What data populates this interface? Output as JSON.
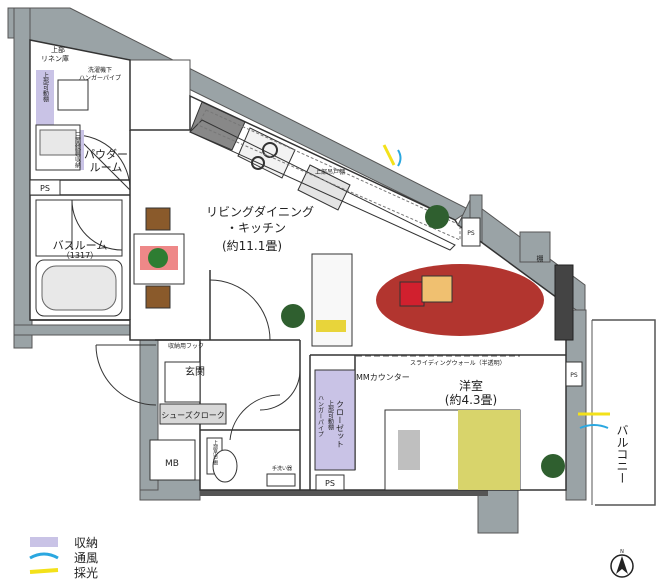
{
  "rooms": {
    "living": {
      "name_line1": "リビングダイニング",
      "name_line2": "・キッチン",
      "area": "(約11.1畳)"
    },
    "western": {
      "name": "洋室",
      "area": "(約4.3畳)"
    },
    "powder": {
      "line1": "パウダー",
      "line2": "ルーム"
    },
    "bath": {
      "name": "バスルーム",
      "size": "（1317）"
    },
    "entrance": "玄関",
    "balcony": "バルコニー"
  },
  "storage": {
    "linen": {
      "line1": "上部",
      "line2": "リネン庫"
    },
    "shelf_left": "上部可動棚",
    "hanger_pipe": {
      "line1": "洗濯機下",
      "line2": "ハンガーパイプ"
    },
    "tri_storage": "三面鏡裏収納",
    "kitchen_shelf": "上部吊戸棚",
    "shoes_cloak": "シューズクローク",
    "hanger_hook": "収納用フック",
    "toilet_shelf": "上部吊戸棚",
    "closet": "クローゼット",
    "hanger_closet": "ハンガーパイプ",
    "shelf_small": "棚",
    "upper_shelf_closet": "上部可動棚"
  },
  "fixtures": {
    "ps": "PS",
    "mb": "MB",
    "mm_counter": "MMカウンター",
    "sliding_wall": "スライディングウォール（半透明）",
    "handwash": "手洗い器"
  },
  "legend": [
    {
      "label": "収納",
      "color": "#c9c3e6"
    },
    {
      "label": "通風",
      "color": "#2aa7e0"
    },
    {
      "label": "採光",
      "color": "#f3e11a"
    }
  ],
  "compass": {
    "letter": "N"
  }
}
